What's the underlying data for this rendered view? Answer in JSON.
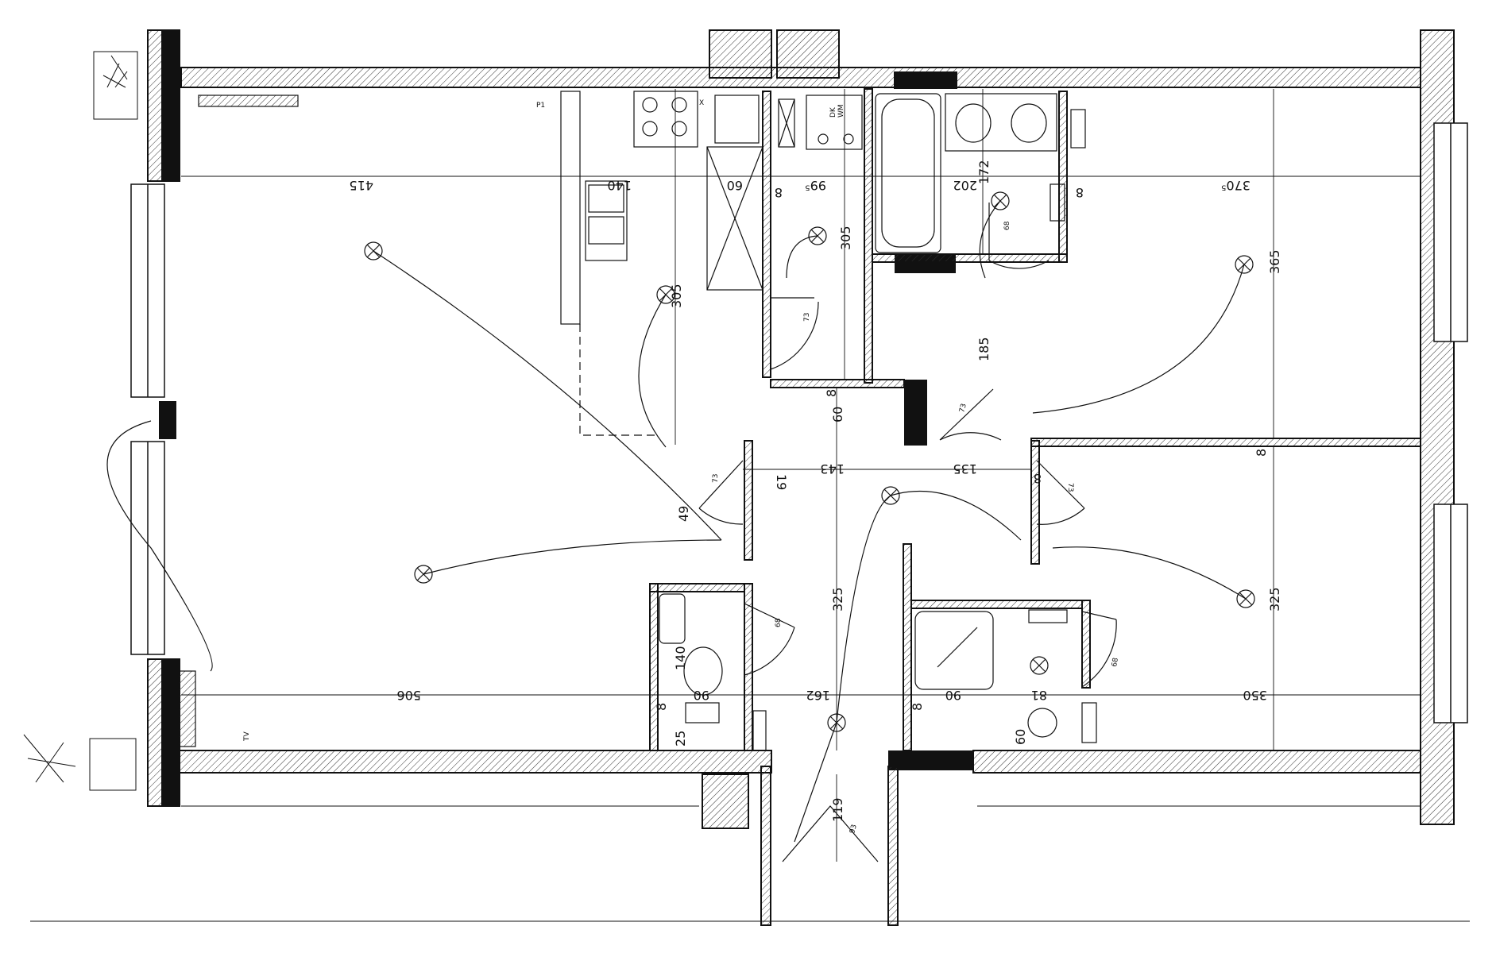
{
  "plan": {
    "labels": {
      "dk": "DK",
      "wm": "WM",
      "tv": "TV",
      "vent_x": "X",
      "p1": "P1"
    },
    "dimensions": {
      "h_415": "415",
      "h_140": "140",
      "h_60": "60",
      "h_8_kitchen": "8",
      "h_995": "99⁵",
      "h_202": "202",
      "h_8_bath": "8",
      "h_3705": "370⁵",
      "h_19": "19",
      "h_143": "143",
      "h_135": "135",
      "h_8_hall": "8",
      "h_506": "506",
      "h_162": "162",
      "h_90": "90",
      "h_81": "81",
      "h_350": "350",
      "h_90_wc": "90",
      "v_305_kitchen": "305",
      "v_305_hall": "305",
      "v_172": "172",
      "v_185": "185",
      "v_365": "365",
      "v_60_hall": "60",
      "v_8_hall": "8",
      "v_49": "49",
      "v_325_hall": "325",
      "v_140_wc": "140",
      "v_325_right": "325",
      "v_8_right": "8",
      "v_119": "119",
      "v_60_sink": "60",
      "v_25": "25",
      "v_8_wc": "8",
      "v_8_shower": "8",
      "door_73_kitchen": "73",
      "door_73_bed": "73",
      "door_73_hall_l": "73",
      "door_73_hall_r": "73",
      "door_68_bath": "68",
      "door_68_wc": "68",
      "door_68_shower": "68",
      "door_93_entry": "93"
    }
  }
}
